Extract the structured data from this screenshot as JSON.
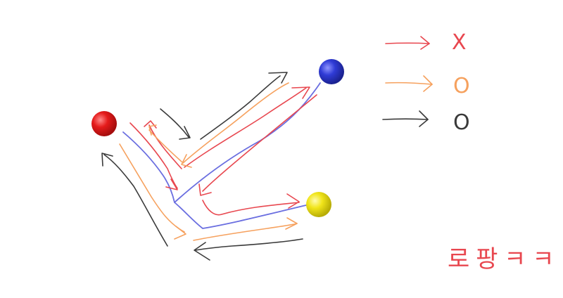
{
  "colors": {
    "red": "#e8474f",
    "orange": "#f6a15e",
    "black": "#3a3a3a",
    "blue": "#6a6ee0",
    "node_red": "#e51b1b",
    "node_blue": "#2f3bd6",
    "node_yellow": "#f1e51a"
  },
  "nodes": [
    {
      "name": "red-node",
      "color": "red"
    },
    {
      "name": "blue-node",
      "color": "blue"
    },
    {
      "name": "yellow-node",
      "color": "yellow"
    }
  ],
  "legend": [
    {
      "color": "red",
      "symbol": "X"
    },
    {
      "color": "orange",
      "symbol": "O"
    },
    {
      "color": "black",
      "symbol": "O"
    }
  ],
  "caption": "로 팡 ㅋ ㅋ ㅋ"
}
